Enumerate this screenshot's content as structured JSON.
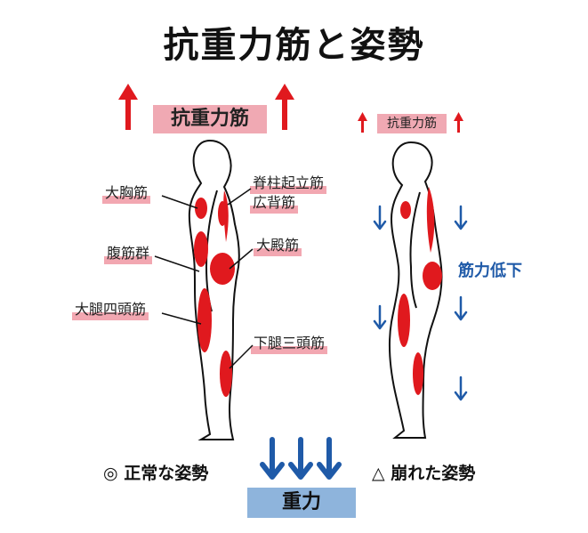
{
  "title": "抗重力筋と姿勢",
  "left_figure": {
    "header_label": "抗重力筋",
    "muscles": {
      "pectoralis": "大胸筋",
      "erector_spinae": "脊柱起立筋",
      "latissimus": "広背筋",
      "abdominals": "腹筋群",
      "gluteus": "大殿筋",
      "quadriceps": "大腿四頭筋",
      "triceps_surae": "下腿三頭筋"
    },
    "caption": "◎ 正常な姿勢"
  },
  "right_figure": {
    "header_label": "抗重力筋",
    "side_label": "筋力低下",
    "caption": "△ 崩れた姿勢"
  },
  "gravity_label": "重力",
  "colors": {
    "muscle_red": "#e0191e",
    "arrow_red": "#e0191e",
    "arrow_blue": "#1f5aa8",
    "highlight_pink": "#f2a7b1",
    "gravity_box": "#8eb4dc"
  }
}
